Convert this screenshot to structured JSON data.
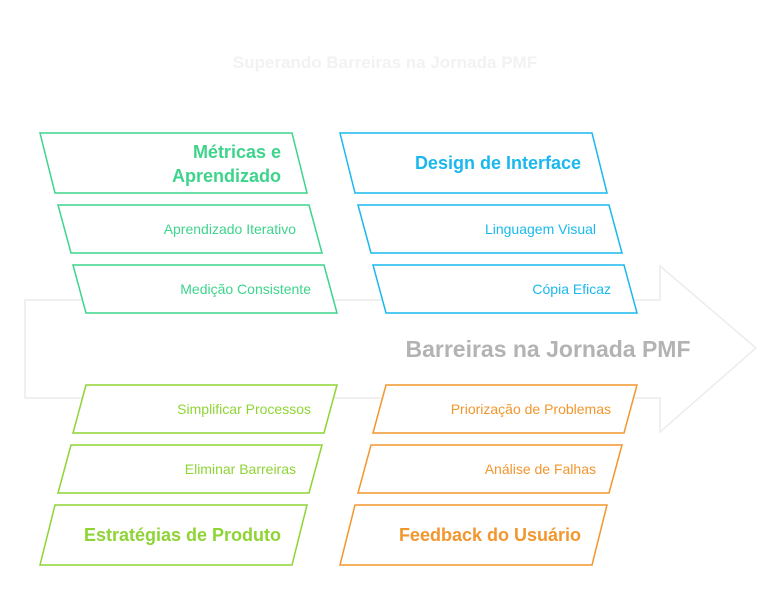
{
  "title": "Superando Barreiras na Jornada PMF",
  "spine_label": "Barreiras na Jornada PMF",
  "colors": {
    "title": "#f2f2f2",
    "spine_text": "#b3b3b3",
    "spine_outline": "#e8e8e8",
    "green": "#3ed48c",
    "blue": "#1ab8ee",
    "lime": "#8fd435",
    "orange": "#f2962e"
  },
  "categories": {
    "metricas": {
      "title_line1": "Métricas e",
      "title_line2": "Aprendizado",
      "items": [
        "Aprendizado Iterativo",
        "Medição Consistente"
      ]
    },
    "design": {
      "title": "Design de Interface",
      "items": [
        "Linguagem Visual",
        "Cópia Eficaz"
      ]
    },
    "estrategias": {
      "title": "Estratégias de Produto",
      "items": [
        "Simplificar Processos",
        "Eliminar Barreiras"
      ]
    },
    "feedback": {
      "title": "Feedback do Usuário",
      "items": [
        "Priorização de Problemas",
        "Análise de Falhas"
      ]
    }
  }
}
